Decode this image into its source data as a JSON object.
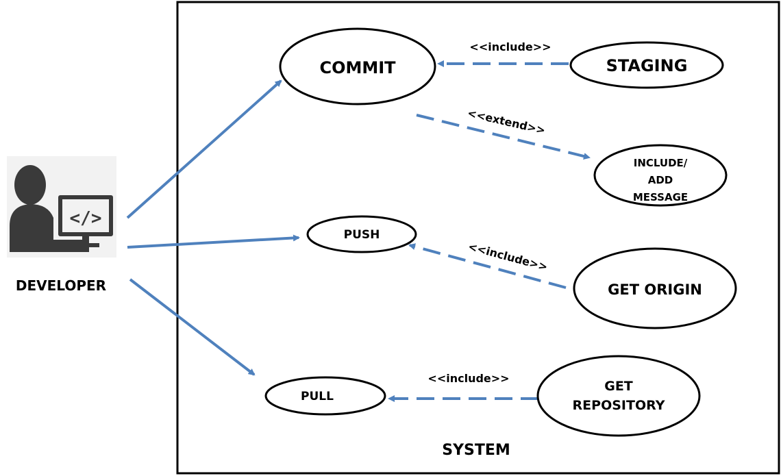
{
  "actor": {
    "label": "DEVELOPER",
    "icon": "developer-at-computer-icon"
  },
  "system": {
    "label": "SYSTEM"
  },
  "use_cases": {
    "commit": "COMMIT",
    "staging": "STAGING",
    "include_message": [
      "INCLUDE/",
      "ADD",
      "MESSAGE"
    ],
    "push": "PUSH",
    "get_origin": "GET ORIGIN",
    "pull": "PULL",
    "get_repository": [
      "GET",
      "REPOSITORY"
    ]
  },
  "relations": {
    "staging_commit": "<<include>>",
    "commit_message": "<<extend>>",
    "origin_push": "<<include>>",
    "repository_pull": "<<include>>"
  },
  "colors": {
    "arrow": "#4f81bd",
    "icon": "#3a3a3a"
  }
}
